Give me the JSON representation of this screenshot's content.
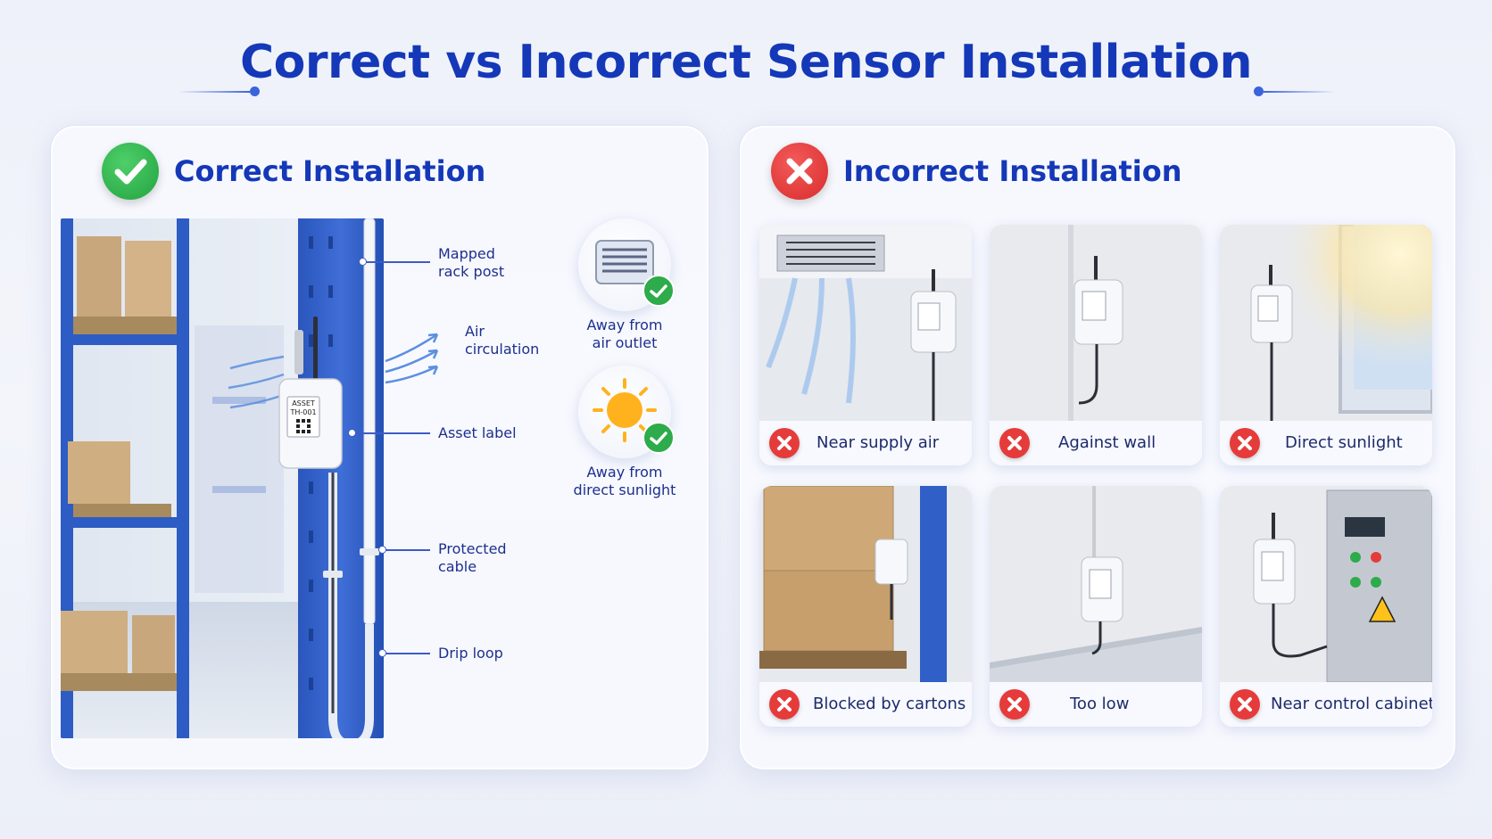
{
  "title": "Correct vs Incorrect Sensor Installation",
  "correct": {
    "heading": "Correct Installation",
    "icon": "check-circle-icon",
    "sensor_label": {
      "line1": "ASSET",
      "line2": "TH-001"
    },
    "callouts": [
      {
        "text": "Mapped\nrack post"
      },
      {
        "text": "Air\ncirculation"
      },
      {
        "text": "Asset label"
      },
      {
        "text": "Protected\ncable"
      },
      {
        "text": "Drip loop"
      }
    ],
    "badges": [
      {
        "text": "Away from\nair outlet",
        "icon": "air-vent-icon"
      },
      {
        "text": "Away from\ndirect sunlight",
        "icon": "sun-icon"
      }
    ]
  },
  "incorrect": {
    "heading": "Incorrect Installation",
    "icon": "x-circle-icon",
    "cards": [
      {
        "label": "Near supply air",
        "scene": "ceiling-vent"
      },
      {
        "label": "Against wall",
        "scene": "plain-wall"
      },
      {
        "label": "Direct sunlight",
        "scene": "window-sun"
      },
      {
        "label": "Blocked by cartons",
        "scene": "cartons"
      },
      {
        "label": "Too low",
        "scene": "floor-level"
      },
      {
        "label": "Near control cabinet",
        "scene": "cabinet"
      }
    ]
  },
  "colors": {
    "title_blue": "#1438b8",
    "rack_blue": "#2f5fc7",
    "correct_green": "#2eab4a",
    "incorrect_red": "#e63b3b"
  }
}
